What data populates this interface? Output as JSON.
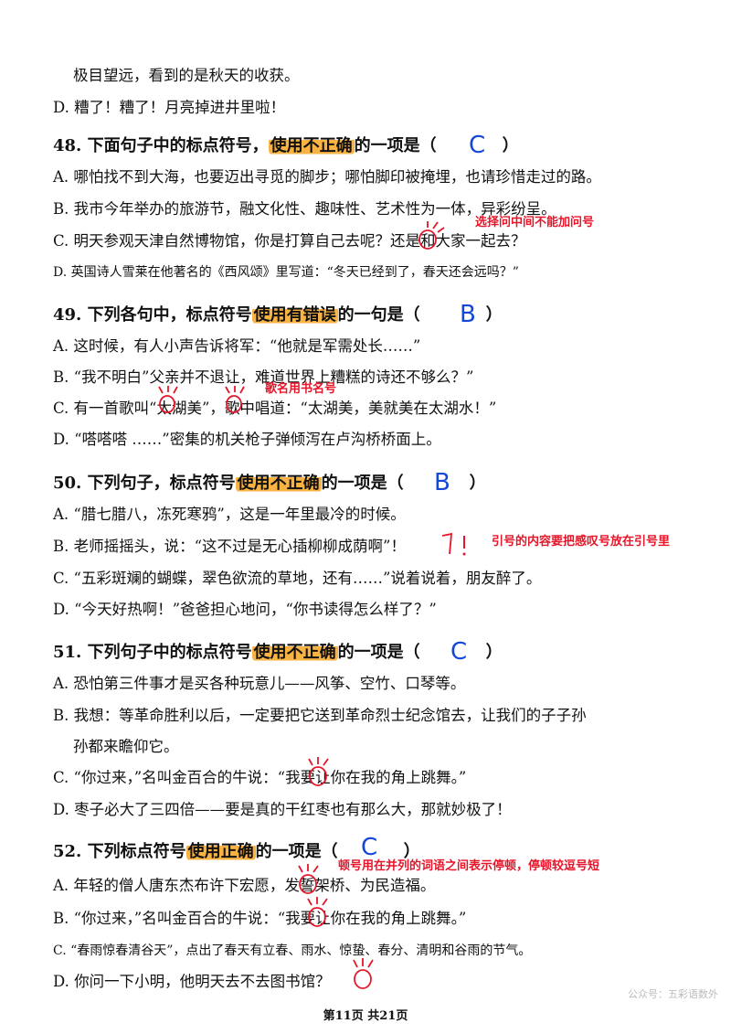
{
  "lines": {
    "l01": "极目望远，看到的是秋天的收获。",
    "l02": "D. 糟了！糟了！月亮掉进井里啦！",
    "l03": "A. 哪怕找不到大海，也要迈出寻觅的脚步；哪怕脚印被掩埋，也请珍惜走过的路。",
    "l04": "B. 我市今年举办的旅游节，融文化性、趣味性、艺术性为一体，异彩纷呈。",
    "l05": "C. 明天参观天津自然博物馆，你是打算自己去呢？还是和大家一起去？",
    "l06": "D. 英国诗人雪莱在他著名的《西风颂》里写道：“冬天已经到了，春天还会远吗？”",
    "l07": "A. 这时候，有人小声告诉将军：“他就是军需处长……”",
    "l08": "B. “我不明白”父亲并不退让，难道世界上糟糕的诗还不够么？”",
    "l09": "C. 有一首歌叫“太湖美”，歌中唱道：“太湖美，美就美在太湖水！”",
    "l10": "D. “嗒嗒嗒 ……”密集的机关枪子弹倾泻在卢沟桥桥面上。",
    "l11": "A. “腊七腊八，冻死寒鸦”，这是一年里最冷的时候。",
    "l12": "B. 老师摇摇头，说：“这不过是无心插柳柳成荫啊”！",
    "l13": "C. “五彩斑斓的蝴蝶，翠色欲流的草地，还有……”说着说着，朋友醉了。",
    "l14": "D. “今天好热啊！”爸爸担心地问，“你书读得怎么样了？”",
    "l15": "A. 恐怕第三件事才是买各种玩意儿——风筝、空竹、口琴等。",
    "l16": "B. 我想：等革命胜利以后，一定要把它送到革命烈士纪念馆去，让我们的子子孙",
    "l17": "孙都来瞻仰它。",
    "l18": "C. “你过来，”名叫金百合的牛说：“我要让你在我的角上跳舞。”",
    "l19": "D. 枣子必大了三四倍——要是真的干红枣也有那么大，那就妙极了！",
    "l20": "A. 年轻的僧人唐东杰布许下宏愿，发誓架桥、为民造福。",
    "l21": "B. “你过来，”名叫金百合的牛说：“我要让你在我的角上跳舞。”",
    "l22": "C. “春雨惊春清谷天”，点出了春天有立春、雨水、惊蛰、春分、清明和谷雨的节气。",
    "l23": "D. 你问一下小明，他明天去不去图书馆？"
  },
  "questions": {
    "q48": {
      "pre": "48. 下面句子中的标点符号，",
      "hl": "使用不正确",
      "post": "的一项是（　　　　）",
      "answer": "C"
    },
    "q49": {
      "pre": "49. 下列各句中，标点符号",
      "hl": "使用有错误",
      "post": "的一句是（　　　　）",
      "answer": "B"
    },
    "q50": {
      "pre": "50. 下列句子，标点符号",
      "hl": "使用不正确",
      "post": "的一项是（　　　　）",
      "answer": "B"
    },
    "q51": {
      "pre": "51. 下列句子中的标点符号",
      "hl": "使用不正确",
      "post": "的一项是（　　　　）",
      "answer": "C"
    },
    "q52": {
      "pre": "52. 下列标点符号",
      "hl": "使用正确",
      "post": "的一项是（　　　　）",
      "answer": "C"
    }
  },
  "notes": {
    "n48": "选择问中间不能加问号",
    "n49": "歌名用书名号",
    "n50": "引号的内容要把感叹号放在引号里",
    "n52": "顿号用在并列的词语之间表示停顿，停顿较逗号短"
  },
  "footer": "第11页 共21页",
  "watermark": "公众号：五彩语数外",
  "colors": {
    "highlight": "#f9b342",
    "answer_ink": "#1446d8",
    "note_ink": "#e6162a"
  }
}
